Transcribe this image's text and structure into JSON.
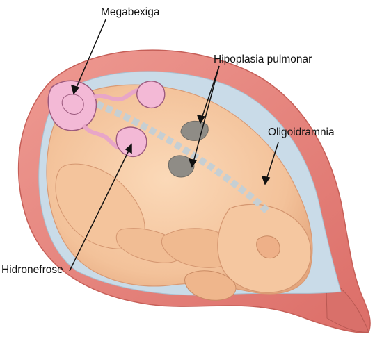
{
  "labels": {
    "megabexiga": "Megabexiga",
    "hipoplasia": "Hipoplasia pulmonar",
    "oligoidramnia": "Oligoidramnia",
    "hidronefrose": "Hidronefrose"
  },
  "colors": {
    "uterus_wall": "#e8837c",
    "uterus_inner": "#c9dbe8",
    "skin": "#f6c9a3",
    "skin_shadow": "#e9ad84",
    "organ_fill": "#f1b6d3",
    "organ_outline": "#9c5a7e",
    "lung": "#8f8c86",
    "spine": "#c9d2d6"
  }
}
